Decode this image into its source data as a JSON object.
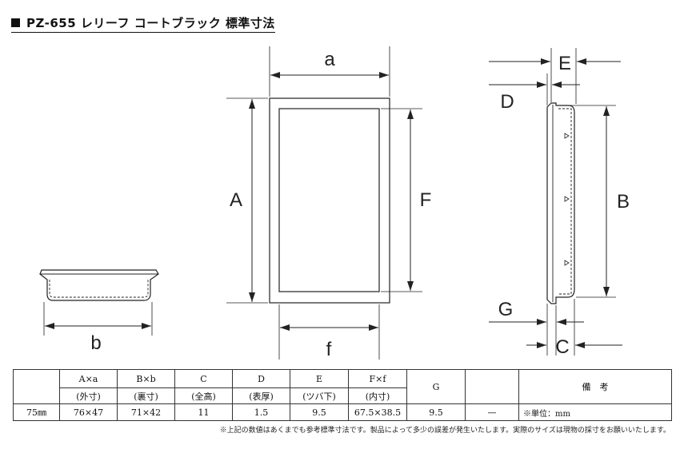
{
  "title": "PZ-655 レリーフ コートブラック 標準寸法",
  "labels": {
    "a": "a",
    "b": "b",
    "A": "A",
    "B": "B",
    "C": "C",
    "D": "D",
    "E": "E",
    "F": "F",
    "G": "G",
    "f": "f"
  },
  "table": {
    "headers": [
      {
        "top": "A×a",
        "bottom": "(外寸)"
      },
      {
        "top": "B×b",
        "bottom": "(裏寸)"
      },
      {
        "top": "C",
        "bottom": "(全高)"
      },
      {
        "top": "D",
        "bottom": "(表厚)"
      },
      {
        "top": "E",
        "bottom": "(ツバ下)"
      },
      {
        "top": "F×f",
        "bottom": "(内寸)"
      }
    ],
    "g_header": "G",
    "remarks_header": "備　考",
    "row": {
      "size": "75㎜",
      "values": [
        "76×47",
        "71×42",
        "11",
        "1.5",
        "9.5",
        "67.5×38.5"
      ],
      "g": "9.5",
      "dash": "—",
      "note": "※単位：mm"
    }
  },
  "footnote": "※上記の数値はあくまでも参考標準寸法です。製品によって多少の誤差が発生いたします。実際のサイズは現物の採寸をお願いいたします。"
}
